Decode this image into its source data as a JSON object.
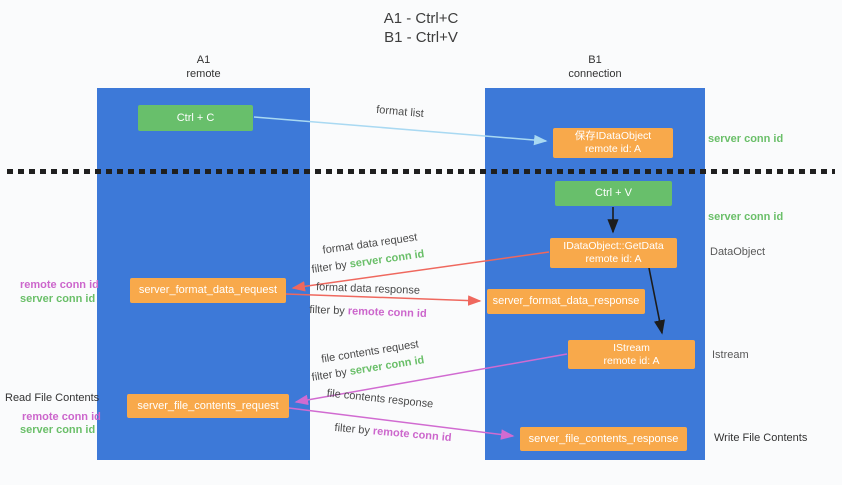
{
  "title": {
    "line1": "A1 - Ctrl+C",
    "line2": "B1 - Ctrl+V"
  },
  "lanes": {
    "left": {
      "name": "A1",
      "subtitle": "remote"
    },
    "right": {
      "name": "B1",
      "subtitle": "connection"
    }
  },
  "boxes": {
    "ctrl_c": "Ctrl + C",
    "ctrl_v": "Ctrl + V",
    "save_dataobject": {
      "line1": "保存IDataObject",
      "line2": "remote id: A"
    },
    "getdata": {
      "line1": "IDataObject::GetData",
      "line2": "remote id: A"
    },
    "istream": {
      "line1": "IStream",
      "line2": "remote id: A"
    },
    "format_request": "server_format_data_request",
    "format_response": "server_format_data_response",
    "file_request": "server_file_contents_request",
    "file_response": "server_file_contents_response"
  },
  "arrow_labels": {
    "format_list": "format list",
    "format_data_request": "format data request",
    "format_data_response": "format data response",
    "file_contents_request": "file contents request",
    "file_contents_response": "file contents response",
    "filter_by": "filter by ",
    "server_conn_id": "server conn id",
    "remote_conn_id": "remote conn id"
  },
  "side_labels": {
    "server_conn_id_top": "server conn id",
    "server_conn_id_mid": "server conn id",
    "dataobject": "DataObject",
    "istream": "Istream",
    "read_file_contents": "Read File Contents",
    "write_file_contents": "Write File Contents",
    "remote_conn_id_format": "remote conn id",
    "server_conn_id_format": "server conn id",
    "remote_conn_id_file": "remote conn id",
    "server_conn_id_file": "server conn id"
  },
  "colors": {
    "lane-blue": "#3d79d8",
    "box-green": "#68bf6b",
    "box-orange": "#f8a94b",
    "arrow-blue": "#a9d9f2",
    "arrow-red": "#ef685e",
    "arrow-magenta": "#d16bd1",
    "arrow-black": "#1c1c1c",
    "text-green": "#6abf69",
    "text-magenta": "#cc66cc",
    "bg": "#fafbfc"
  }
}
